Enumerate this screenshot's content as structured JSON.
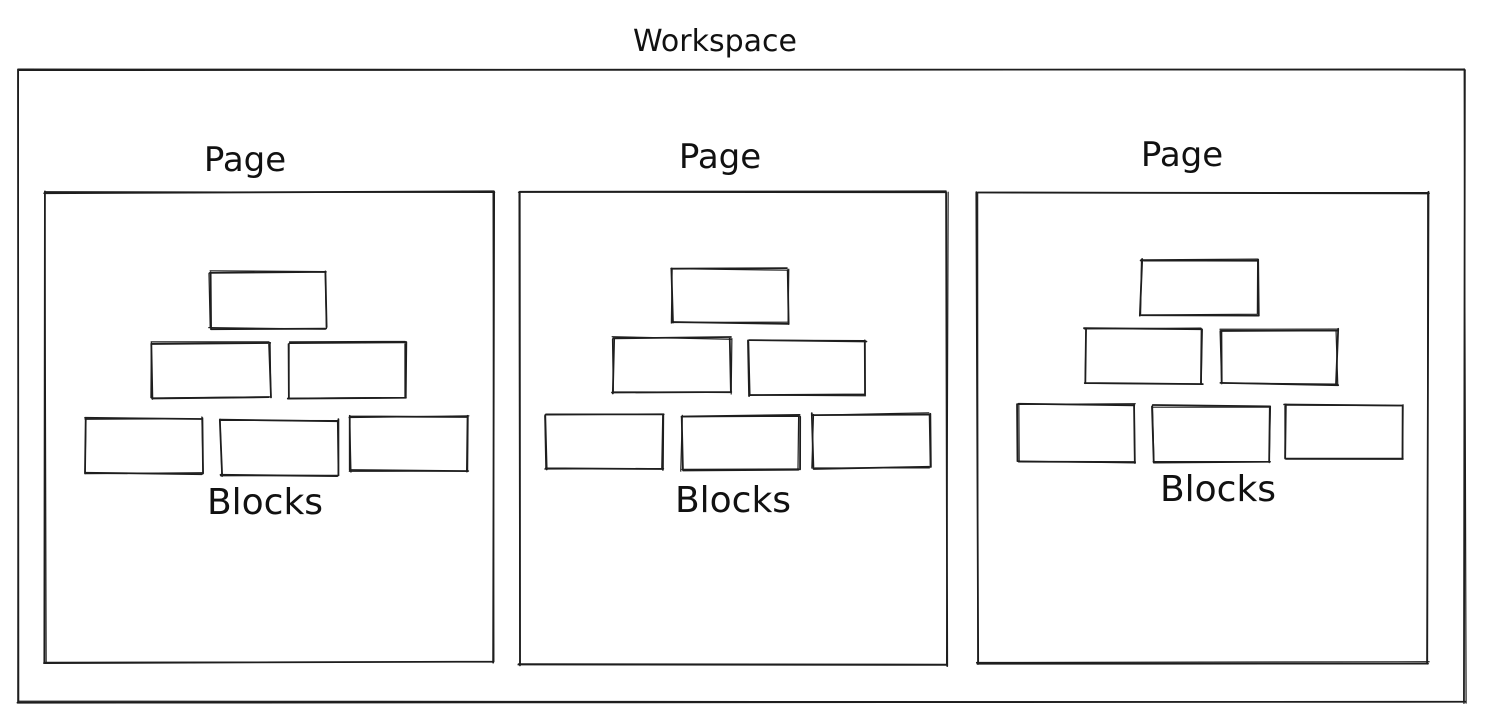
{
  "workspace": {
    "label": "Workspace"
  },
  "pages": [
    {
      "label": "Page",
      "blocks_label": "Blocks",
      "block_count": 6
    },
    {
      "label": "Page",
      "blocks_label": "Blocks",
      "block_count": 6
    },
    {
      "label": "Page",
      "blocks_label": "Blocks",
      "block_count": 6
    }
  ],
  "colors": {
    "stroke": "#1e1e1e",
    "background": "#ffffff"
  }
}
